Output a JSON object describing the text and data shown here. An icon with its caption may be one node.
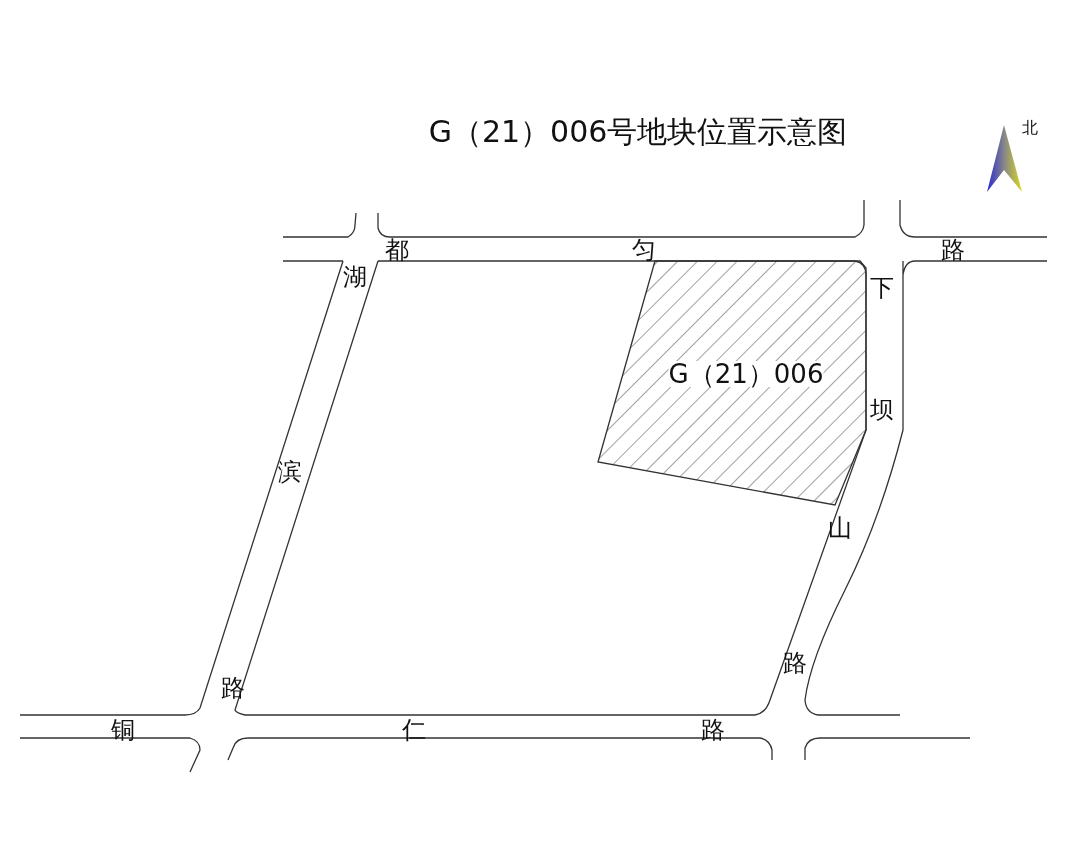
{
  "diagram": {
    "title": "G（21）006号地块位置示意图",
    "nodes": [
      {
        "text": [
          "G（21）006"
        ]
      }
    ],
    "edges": [],
    "labels": [
      "北",
      "都",
      "匀",
      "路",
      "湖",
      "下",
      "坝",
      "滨",
      "山",
      "路",
      "路",
      "铜",
      "仁",
      "路"
    ]
  }
}
